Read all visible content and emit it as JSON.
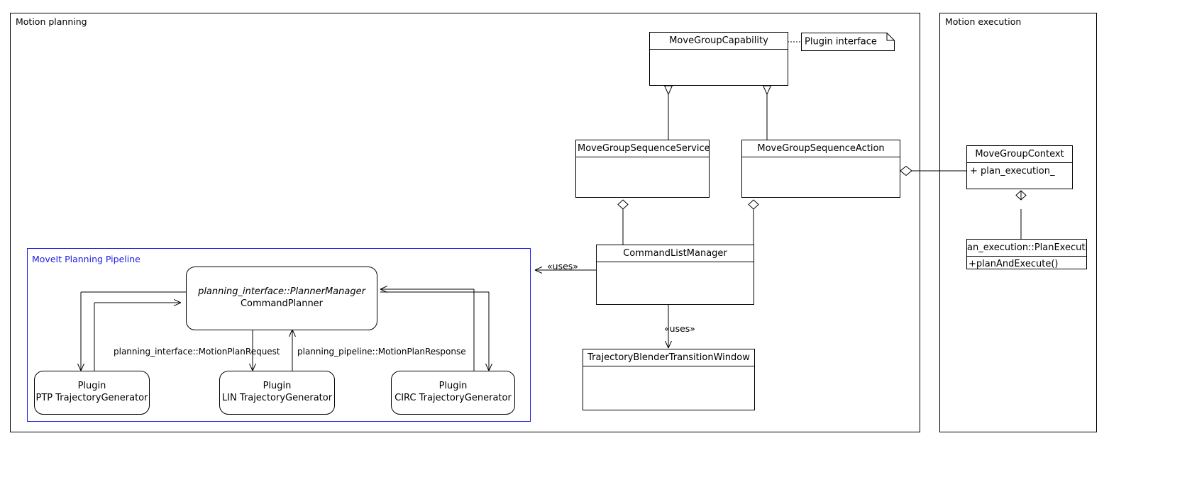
{
  "diagram": {
    "type": "uml-class-diagram",
    "background": "#ffffff",
    "line_color": "#000000",
    "accent_color": "#1a1ae6"
  },
  "packages": [
    {
      "id": "motion-planning",
      "title": "Motion planning",
      "color": "#000000"
    },
    {
      "id": "motion-execution",
      "title": "Motion execution",
      "color": "#000000"
    },
    {
      "id": "moveit-pipeline",
      "title": "MoveIt Planning Pipeline",
      "color": "#1a1ae6"
    }
  ],
  "classes": {
    "move_group_capability": {
      "name": "MoveGroupCapability"
    },
    "move_group_seq_service": {
      "name": "MoveGroupSequenceService"
    },
    "move_group_seq_action": {
      "name": "MoveGroupSequenceAction"
    },
    "command_list_manager": {
      "name": "CommandListManager"
    },
    "trajectory_blender": {
      "name": "TrajectoryBlenderTransitionWindow"
    },
    "move_group_context": {
      "name": "MoveGroupContext",
      "attributes": [
        "+ plan_execution_"
      ]
    },
    "plan_execution": {
      "name": "an_execution::PlanExecuti",
      "operations": [
        "+planAndExecute()"
      ]
    }
  },
  "components": {
    "command_planner": {
      "stereotype": "planning_interface::PlannerManager",
      "name": "CommandPlanner"
    },
    "ptp_plugin": {
      "kind": "Plugin",
      "name": "PTP TrajectoryGenerator"
    },
    "lin_plugin": {
      "kind": "Plugin",
      "name": "LIN TrajectoryGenerator"
    },
    "circ_plugin": {
      "kind": "Plugin",
      "name": "CIRC TrajectoryGenerator"
    }
  },
  "notes": {
    "plugin_interface": {
      "text": "Plugin interface"
    }
  },
  "edge_labels": {
    "uses_pipeline": "«uses»",
    "uses_blender": "«uses»",
    "motion_plan_request": "planning_interface::MotionPlanRequest",
    "motion_plan_response": "planning_pipeline::MotionPlanResponse"
  }
}
